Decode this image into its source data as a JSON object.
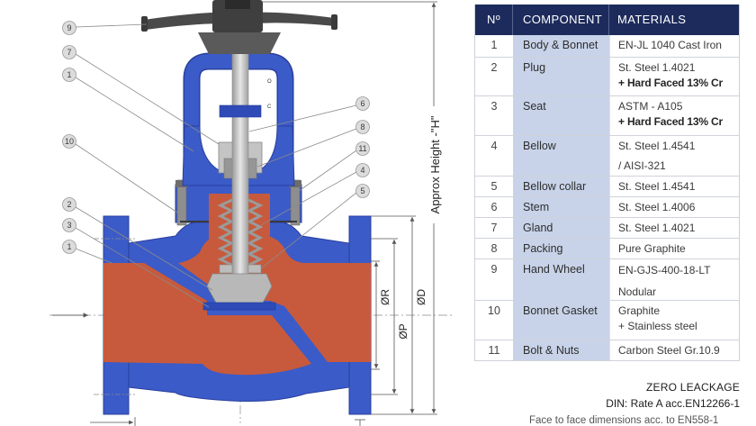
{
  "diagram": {
    "callouts_left": [
      "9",
      "7",
      "1",
      "10",
      "2",
      "3",
      "1"
    ],
    "callouts_right": [
      "6",
      "8",
      "11",
      "4",
      "5"
    ],
    "position_marks": [
      "O",
      "C"
    ],
    "dimensions": {
      "height": "Approx Height -\"H\"",
      "r": "ØR",
      "p": "ØP",
      "d": "ØD"
    },
    "colors": {
      "body": "#3b5bc8",
      "internal": "#c75a3c",
      "stem": "#b4b4b4",
      "handwheel": "#464646"
    }
  },
  "table": {
    "headers": [
      "Nº",
      "COMPONENT",
      "MATERIALS"
    ],
    "rows": [
      {
        "no": "1",
        "component": "Body & Bonnet",
        "materials": [
          "EN-JL 1040 Cast Iron"
        ]
      },
      {
        "no": "2",
        "component": "Plug",
        "materials": [
          "St. Steel 1.4021",
          "+ Hard Faced 13% Cr"
        ]
      },
      {
        "no": "3",
        "component": "Seat",
        "materials": [
          "ASTM - A105",
          "+ Hard Faced 13% Cr"
        ]
      },
      {
        "no": "4",
        "component": "Bellow",
        "materials": [
          "St. Steel 1.4541",
          "/ AISI-321"
        ]
      },
      {
        "no": "5",
        "component": "Bellow collar",
        "materials": [
          "St. Steel 1.4541"
        ]
      },
      {
        "no": "6",
        "component": "Stem",
        "materials": [
          "St. Steel 1.4006"
        ]
      },
      {
        "no": "7",
        "component": "Gland",
        "materials": [
          "St. Steel 1.4021"
        ]
      },
      {
        "no": "8",
        "component": "Packing",
        "materials": [
          "Pure Graphite"
        ]
      },
      {
        "no": "9",
        "component": "Hand Wheel",
        "materials": [
          "EN-GJS-400-18-LT",
          "Nodular"
        ]
      },
      {
        "no": "10",
        "component": "Bonnet Gasket",
        "materials": [
          "Graphite",
          "+ Stainless steel"
        ]
      },
      {
        "no": "11",
        "component": "Bolt & Nuts",
        "materials": [
          "Carbon Steel Gr.10.9"
        ]
      }
    ],
    "colors": {
      "header_bg": "#1d2b5c",
      "component_bg": "#c8d3e9"
    }
  },
  "notes": {
    "leakage": "ZERO LEACKAGE",
    "din": "DIN: Rate A acc.EN12266-1",
    "face_to_face": "Face to face dimensions acc. to EN558-1"
  }
}
